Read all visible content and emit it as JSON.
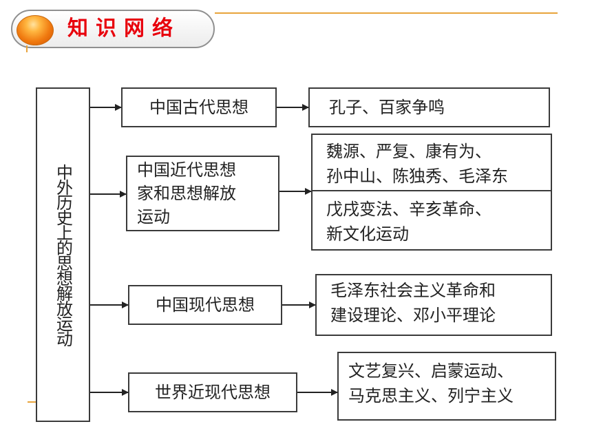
{
  "header": {
    "title": "知识网络"
  },
  "colors": {
    "title_red": "#e8000c",
    "accent_line": "#e8a33a",
    "orb": "#f07a10"
  },
  "diagram": {
    "root": "中外历史上的思想解放运动",
    "categories": [
      {
        "label": "中国古代思想",
        "details": [
          "孔子、百家争鸣"
        ]
      },
      {
        "label_lines": [
          "中国近代思想",
          "家和思想解放",
          "运动"
        ],
        "details_a": [
          "魏源、严复、康有为、",
          "孙中山、陈独秀、毛泽东"
        ],
        "details_b": [
          "戊戌变法、辛亥革命、",
          "新文化运动"
        ]
      },
      {
        "label": "中国现代思想",
        "details": [
          "毛泽东社会主义革命和",
          "建设理论、邓小平理论"
        ]
      },
      {
        "label": "世界近现代思想",
        "details": [
          "文艺复兴、启蒙运动、",
          "马克思主义、列宁主义"
        ]
      }
    ]
  }
}
